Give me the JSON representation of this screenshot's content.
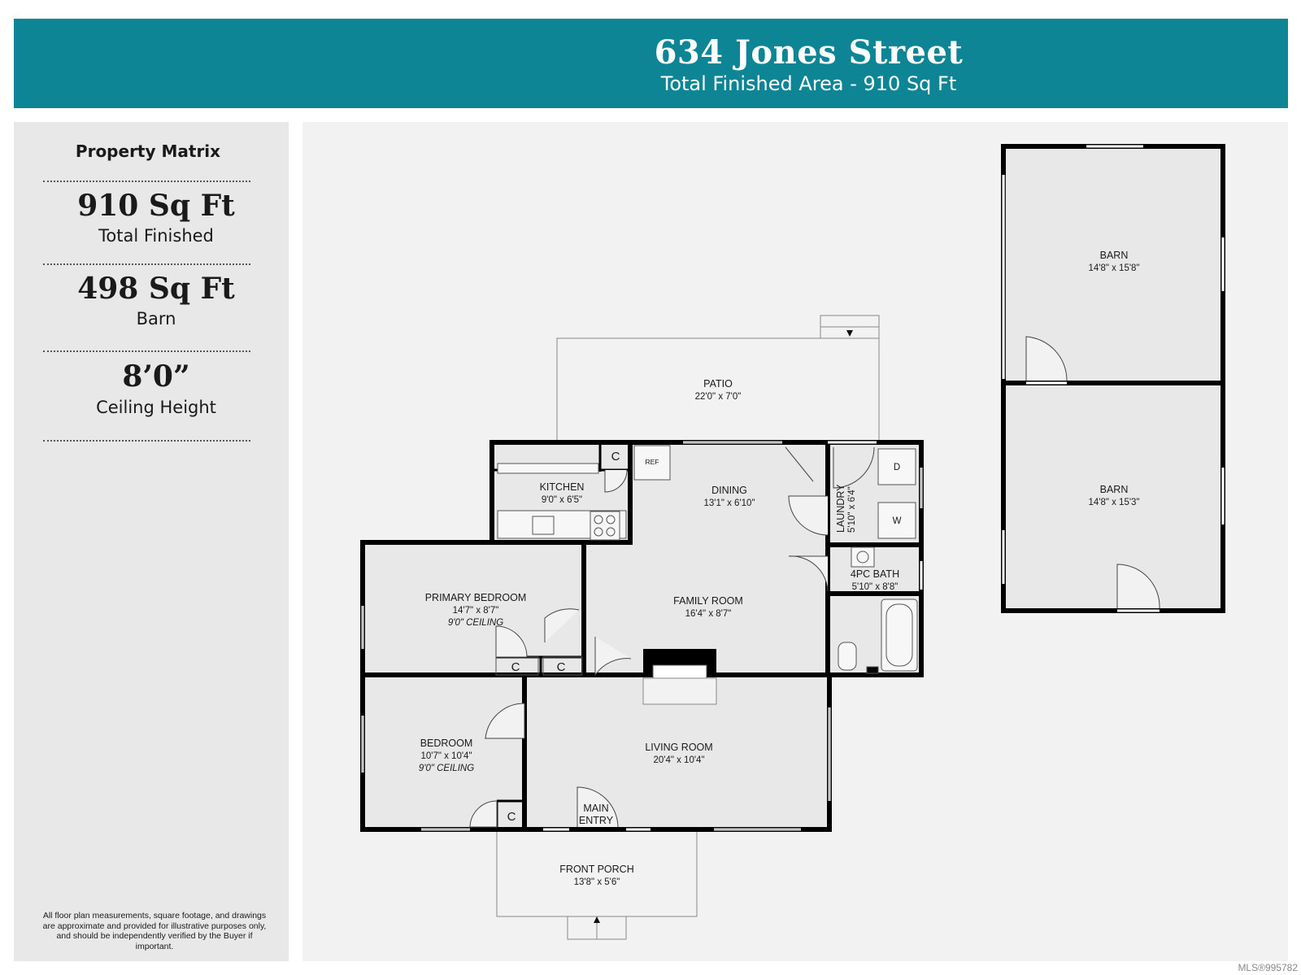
{
  "header": {
    "title": "634 Jones Street",
    "subtitle": "Total Finished Area - 910 Sq Ft"
  },
  "sidebar": {
    "title": "Property Matrix",
    "stats": [
      {
        "value": "910 Sq Ft",
        "label": "Total Finished"
      },
      {
        "value": "498 Sq Ft",
        "label": "Barn"
      },
      {
        "value": "8’0”",
        "label": "Ceiling Height"
      }
    ],
    "disclaimer": "All floor plan measurements, square footage, and drawings are approximate and provided for illustrative purposes only, and should be independently verified by the Buyer if important."
  },
  "floorplan": {
    "patio": {
      "name": "PATIO",
      "dims": "22'0\" x 7'0\""
    },
    "kitchen": {
      "name": "KITCHEN",
      "dims": "9'0\" x 6'5\""
    },
    "dining": {
      "name": "DINING",
      "dims": "13'1\" x 6'10\""
    },
    "laundry": {
      "name": "LAUNDRY",
      "dims": "5'10\" x 6'4\""
    },
    "bath": {
      "name": "4PC BATH",
      "dims": "5'10\" x 8'8\""
    },
    "primary_bedroom": {
      "name": "PRIMARY BEDROOM",
      "dims": "14'7\" x 8'7\"",
      "note": "9'0\" CEILING"
    },
    "family_room": {
      "name": "FAMILY ROOM",
      "dims": "16'4\" x 8'7\""
    },
    "bedroom": {
      "name": "BEDROOM",
      "dims": "10'7\" x 10'4\"",
      "note": "9'0\" CEILING"
    },
    "living_room": {
      "name": "LIVING ROOM",
      "dims": "20'4\" x 10'4\""
    },
    "main_entry": {
      "line1": "MAIN",
      "line2": "ENTRY"
    },
    "front_porch": {
      "name": "FRONT PORCH",
      "dims": "13'8\" x 5'6\""
    },
    "barn_upper": {
      "name": "BARN",
      "dims": "14'8\" x 15'8\""
    },
    "barn_lower": {
      "name": "BARN",
      "dims": "14'8\" x 15'3\""
    },
    "closet_label": "C",
    "ref_label": "REF",
    "dryer_label": "D",
    "washer_label": "W"
  },
  "footer": {
    "mls": "MLS®995782"
  }
}
